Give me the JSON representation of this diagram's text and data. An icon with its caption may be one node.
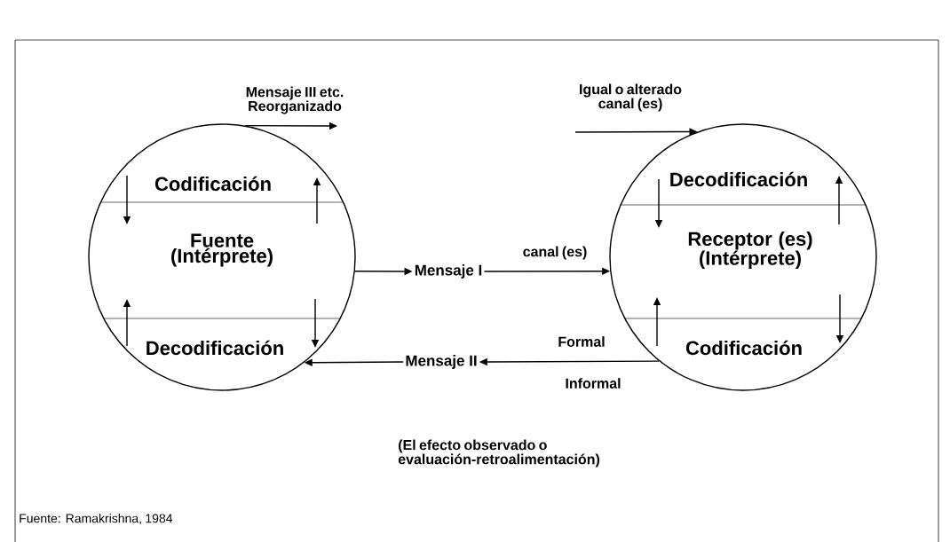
{
  "diagram": {
    "nodes": [
      {
        "text": [
          "Codificación",
          "Fuente (Intérprete)",
          "Decodificación"
        ]
      },
      {
        "text": [
          "Mensaje I"
        ]
      },
      {
        "text": [
          "Decodificación",
          "Receptor (es) (Intérprete)",
          "Codificación"
        ]
      },
      {
        "text": [
          "Mensaje II"
        ]
      }
    ],
    "edges": [
      {
        "from": 0,
        "to": 1,
        "arrow": "to"
      },
      {
        "from": 1,
        "to": 2,
        "arrow": "to",
        "label": "canal (es)"
      },
      {
        "from": 2,
        "to": 3,
        "arrow": "to",
        "label": "Formal"
      },
      {
        "from": 3,
        "to": 0,
        "arrow": "to"
      },
      {
        "from": 0,
        "to": null,
        "arrow": "to",
        "label": "Mensaje III etc. Reorganizado"
      },
      {
        "from": null,
        "to": 2,
        "arrow": "to",
        "label": "Igual o alterado canal (es)"
      }
    ],
    "labels": [
      "Informal",
      "(El efecto observado o evaluación-retroalimentación)",
      "Fuente: Ramakrishna, 1984"
    ]
  }
}
